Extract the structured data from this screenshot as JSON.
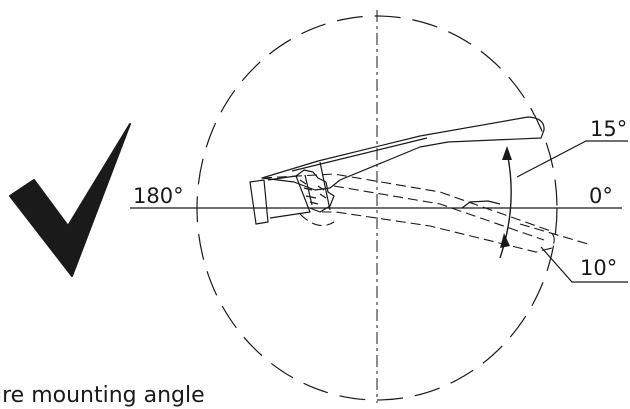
{
  "labels": {
    "angle_180": "180°",
    "angle_0": "0°",
    "angle_15": "15°",
    "angle_10": "10°"
  },
  "caption": "ire mounting angle",
  "icons": {
    "check": "checkmark-icon",
    "device": "handle-device-icon"
  },
  "colors": {
    "ink": "#1a1a1a",
    "background": "#ffffff"
  }
}
